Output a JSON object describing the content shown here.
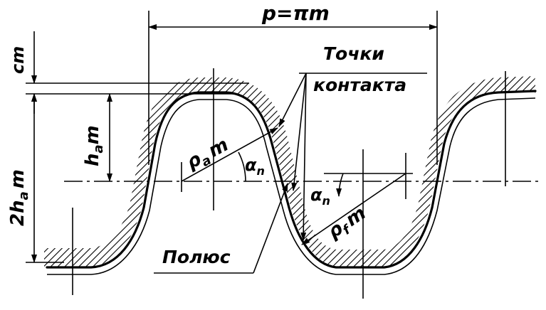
{
  "labels": {
    "pitch": "p=πm",
    "clearance": "cm",
    "addendum": "h",
    "addendum_sub": "a",
    "addendum_m": "m",
    "double_addendum": "2h",
    "double_addendum_sub": "a",
    "double_addendum_m": "m",
    "contact_points_line1": "Точки",
    "contact_points_line2": "контакта",
    "radius_a": "ρ",
    "radius_a_sub": "a",
    "radius_a_m": "m",
    "radius_f": "ρ",
    "radius_f_sub": "f",
    "radius_f_m": "m",
    "angle_1": "α",
    "angle_1_sub": "n",
    "angle_2": "α",
    "angle_2_sub": "n",
    "pole": "Полюс"
  }
}
